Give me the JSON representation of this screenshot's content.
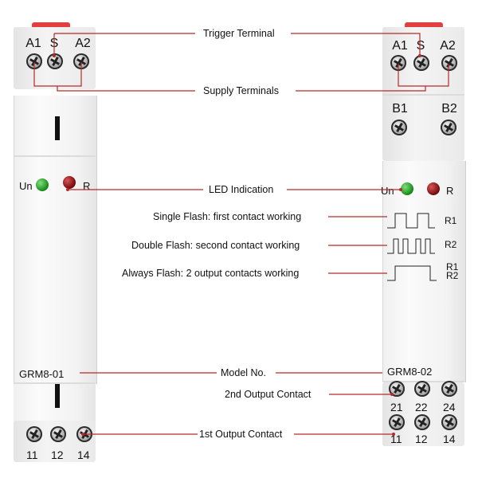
{
  "callouts": {
    "trigger_terminal": "Trigger Terminal",
    "supply_terminals": "Supply Terminals",
    "led_indication": "LED Indication",
    "single_flash": "Single Flash: first contact working",
    "double_flash": "Double Flash: second contact working",
    "always_flash": "Always Flash: 2 output contacts working",
    "model_no": "Model No.",
    "output_2nd": "2nd Output Contact",
    "output_1st": "1st Output Contact"
  },
  "left_device": {
    "model": "GRM8-01",
    "top_terminals": [
      "A1",
      "S",
      "A2"
    ],
    "led_un": "Un",
    "led_r": "R",
    "bottom_terminals": [
      "11",
      "12",
      "14"
    ]
  },
  "right_device": {
    "model": "GRM8-02",
    "top_terminals": [
      "A1",
      "S",
      "A2"
    ],
    "mid_terminals": [
      "B1",
      "B2"
    ],
    "led_un": "Un",
    "led_r": "R",
    "waveform_labels": [
      "R1",
      "R2",
      "R1",
      "R2"
    ],
    "contact_row_2": [
      "21",
      "22",
      "24"
    ],
    "contact_row_1": [
      "11",
      "12",
      "14"
    ]
  },
  "colors": {
    "callout_line": "#b52a2a",
    "led_green": "#1c8f1c",
    "led_red": "#7a0d0d"
  }
}
